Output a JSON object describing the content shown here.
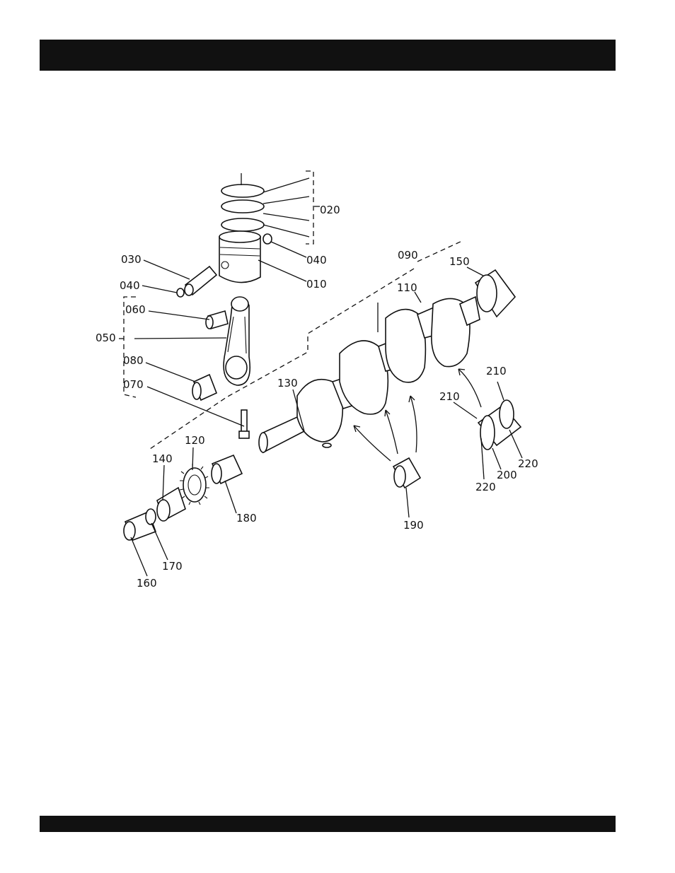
{
  "header_bar": {
    "color": "#111111"
  },
  "footer_bar": {
    "color": "#111111"
  },
  "part_labels": {
    "l010": "010",
    "l020": "020",
    "l030": "030",
    "l040a": "040",
    "l040b": "040",
    "l050": "050",
    "l060": "060",
    "l070": "070",
    "l080": "080",
    "l090": "090",
    "l110": "110",
    "l120": "120",
    "l130": "130",
    "l140": "140",
    "l150": "150",
    "l160": "160",
    "l170": "170",
    "l180": "180",
    "l190": "190",
    "l200": "200",
    "l210a": "210",
    "l210b": "210",
    "l220a": "220",
    "l220b": "220"
  }
}
